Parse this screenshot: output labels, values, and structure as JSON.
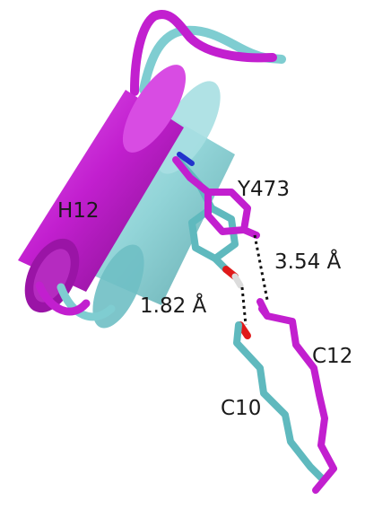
{
  "labels": {
    "helix": "H12",
    "residue": "Y473",
    "distance_1": "3.54 Å",
    "distance_2": "1.82 Å",
    "chain_1": "C12",
    "chain_2": "C10"
  },
  "colors": {
    "magenta": "#c21fcf",
    "cyan": "#5fb9be",
    "background": "#ffffff",
    "label": "#1a1a1a"
  }
}
